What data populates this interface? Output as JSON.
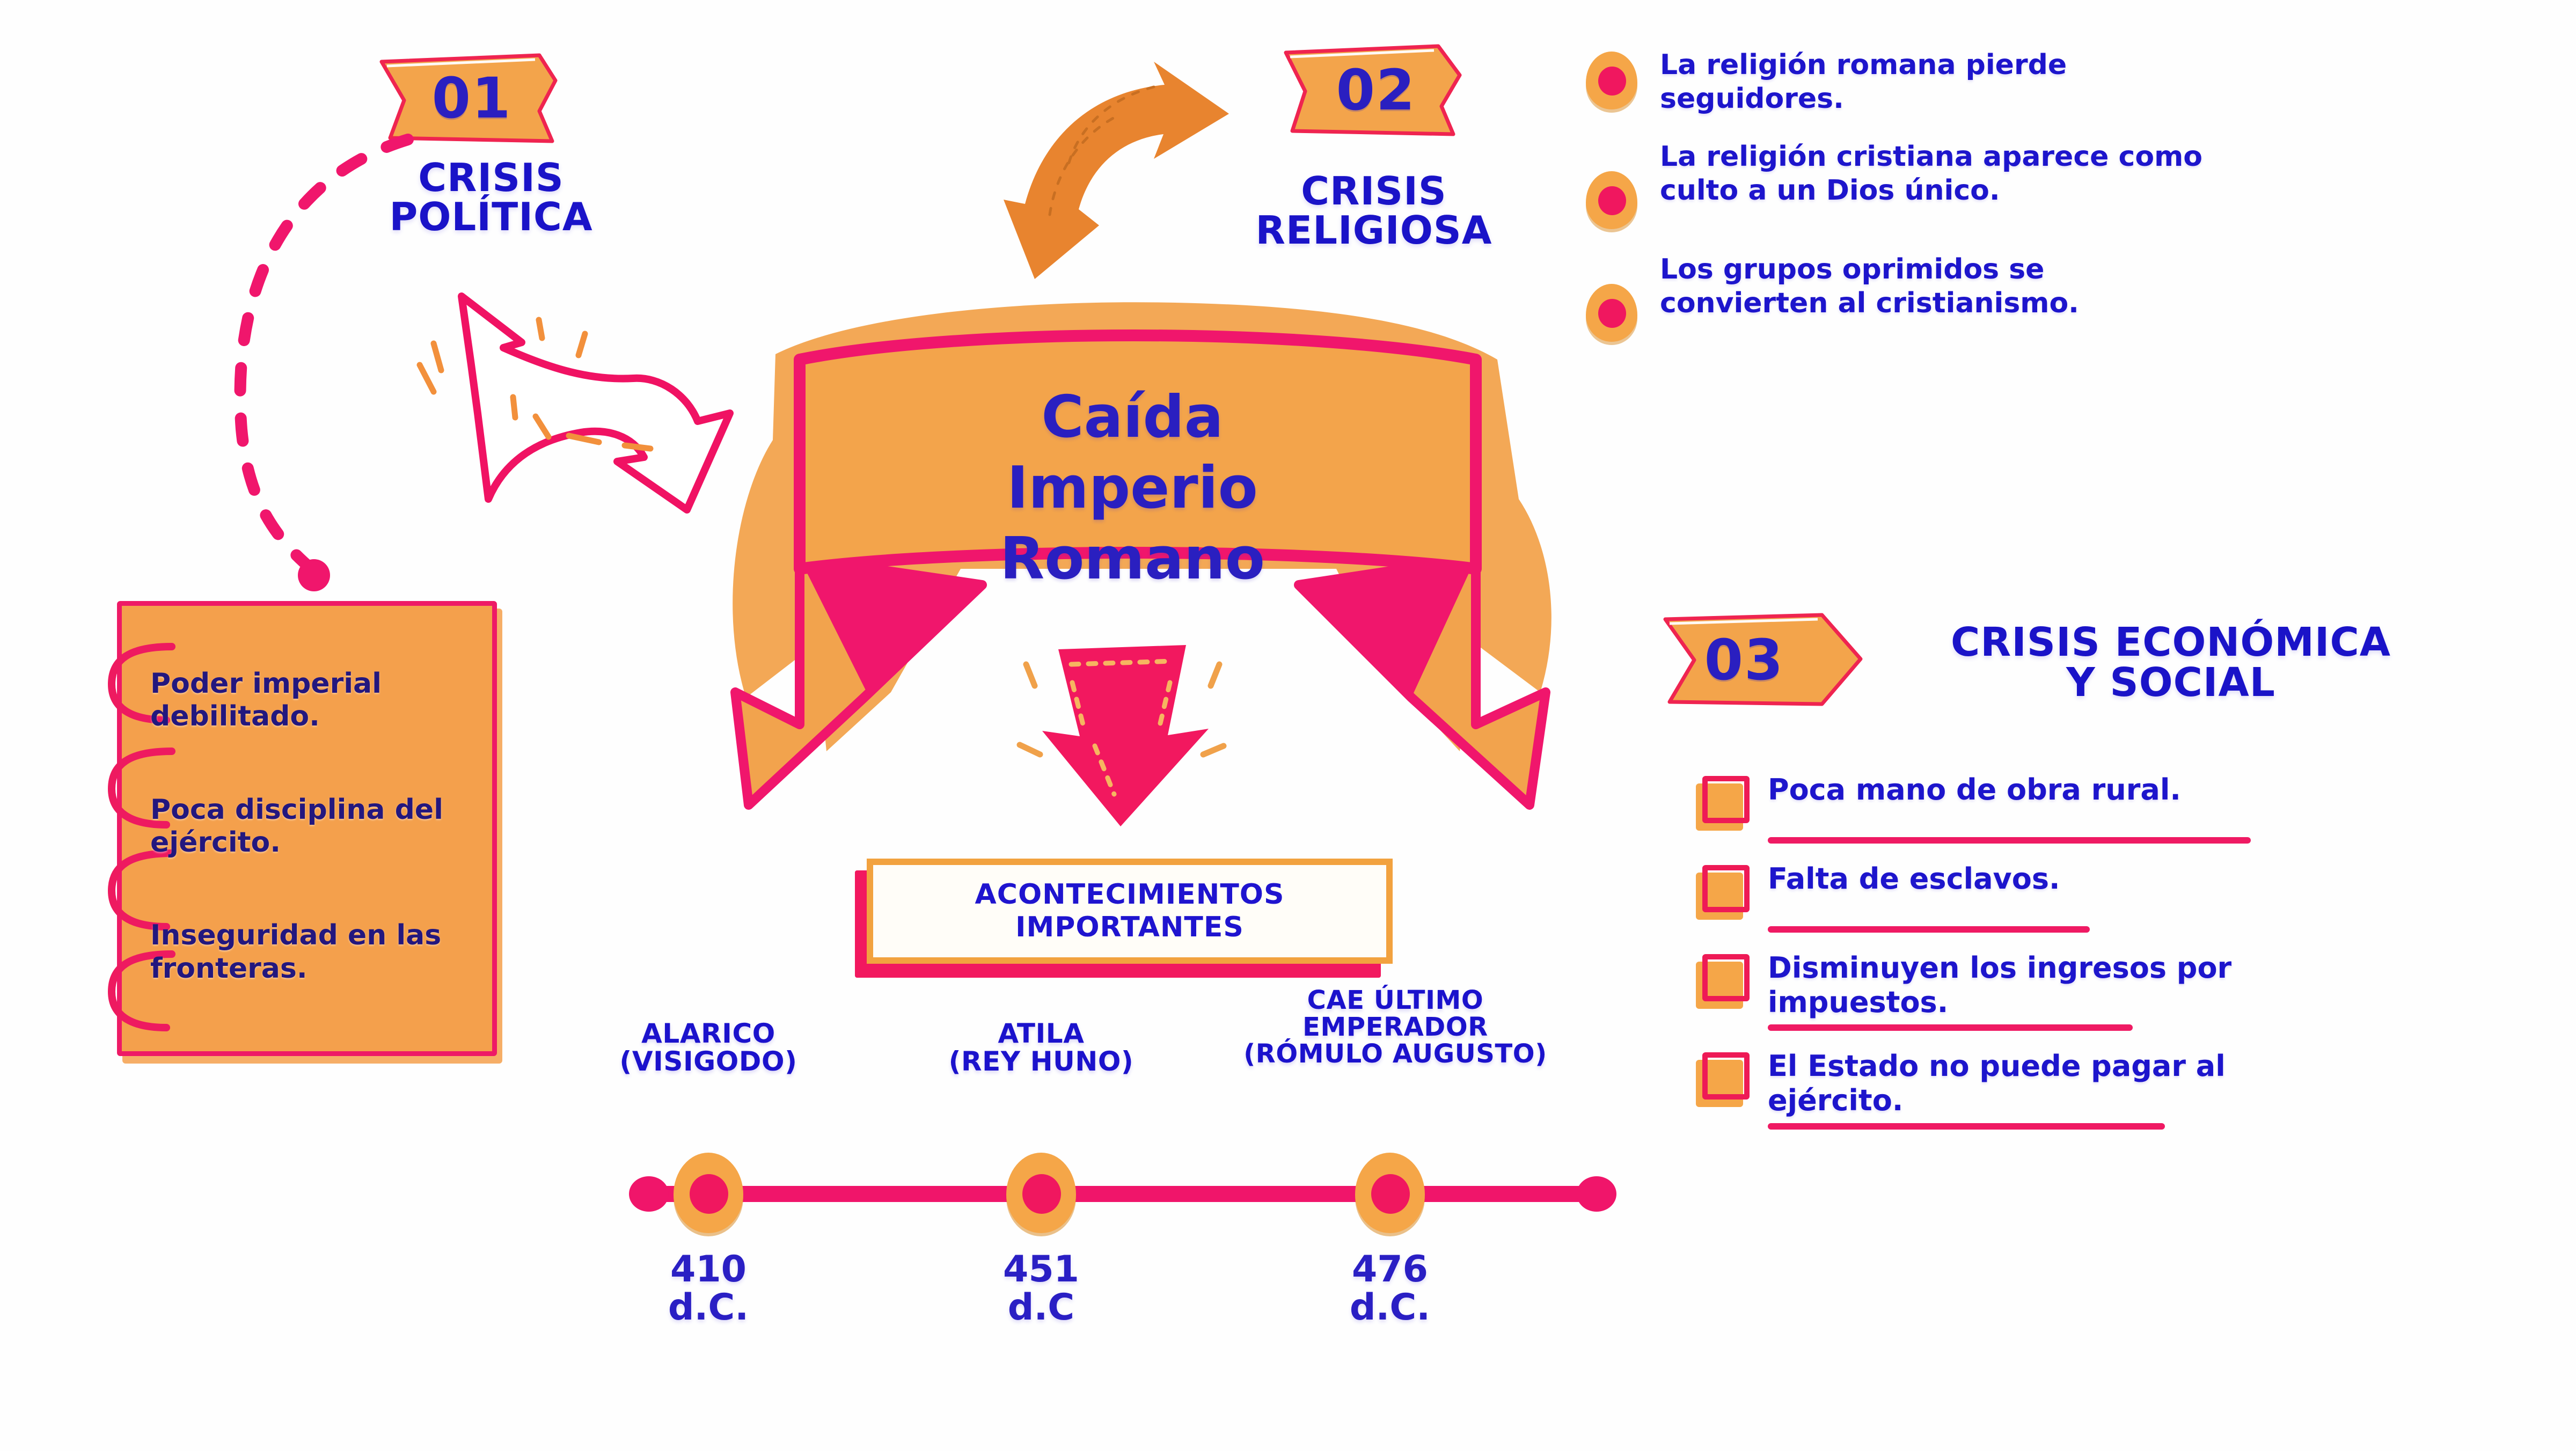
{
  "theme": {
    "background": "#ffffff",
    "orange": "#f5a648",
    "pink": "#f0156a",
    "crimson": "#ee1a56",
    "blue": "#2a1fc0"
  },
  "center": {
    "title_lines": [
      "Caída",
      "Imperio",
      "Romano"
    ]
  },
  "sections": [
    {
      "number": "01",
      "title_lines": [
        "CRISIS",
        "POLÍTICA"
      ],
      "items": [
        "Poder imperial debilitado.",
        "Poca disciplina del ejército.",
        "Inseguridad en las fronteras."
      ]
    },
    {
      "number": "02",
      "title_lines": [
        "CRISIS",
        "RELIGIOSA"
      ],
      "items": [
        "La religión romana pierde seguidores.",
        "La religión cristiana aparece como culto a un Dios único.",
        "Los grupos oprimidos se convierten al cristianismo."
      ]
    },
    {
      "number": "03",
      "title_lines": [
        "CRISIS ECONÓMICA",
        "Y SOCIAL"
      ],
      "items": [
        "Poca mano de obra rural.",
        "Falta de esclavos.",
        "Disminuyen los ingresos por impuestos.",
        "El Estado no puede pagar al ejército."
      ]
    }
  ],
  "events": {
    "heading_lines": [
      "ACONTECIMIENTOS",
      "IMPORTANTES"
    ],
    "timeline": [
      {
        "label_lines": [
          "ALARICO",
          "(VISIGODO)"
        ],
        "year_lines": [
          "410",
          "d.C."
        ]
      },
      {
        "label_lines": [
          "ATILA",
          "(REY HUNO)"
        ],
        "year_lines": [
          "451",
          "d.C"
        ]
      },
      {
        "label_lines": [
          "CAE ÚLTIMO",
          "EMPERADOR",
          "(RÓMULO AUGUSTO)"
        ],
        "year_lines": [
          "476",
          "d.C."
        ]
      }
    ]
  },
  "decorations": {
    "orange_arrow": "curved-arrow-up-right",
    "pink_outline_arrow": "curved-outline-arrow-up-left",
    "pink_down_arrow": "down-arrow",
    "dashed_connector": "dashed-curve-from-badge-01-to-notepad"
  }
}
